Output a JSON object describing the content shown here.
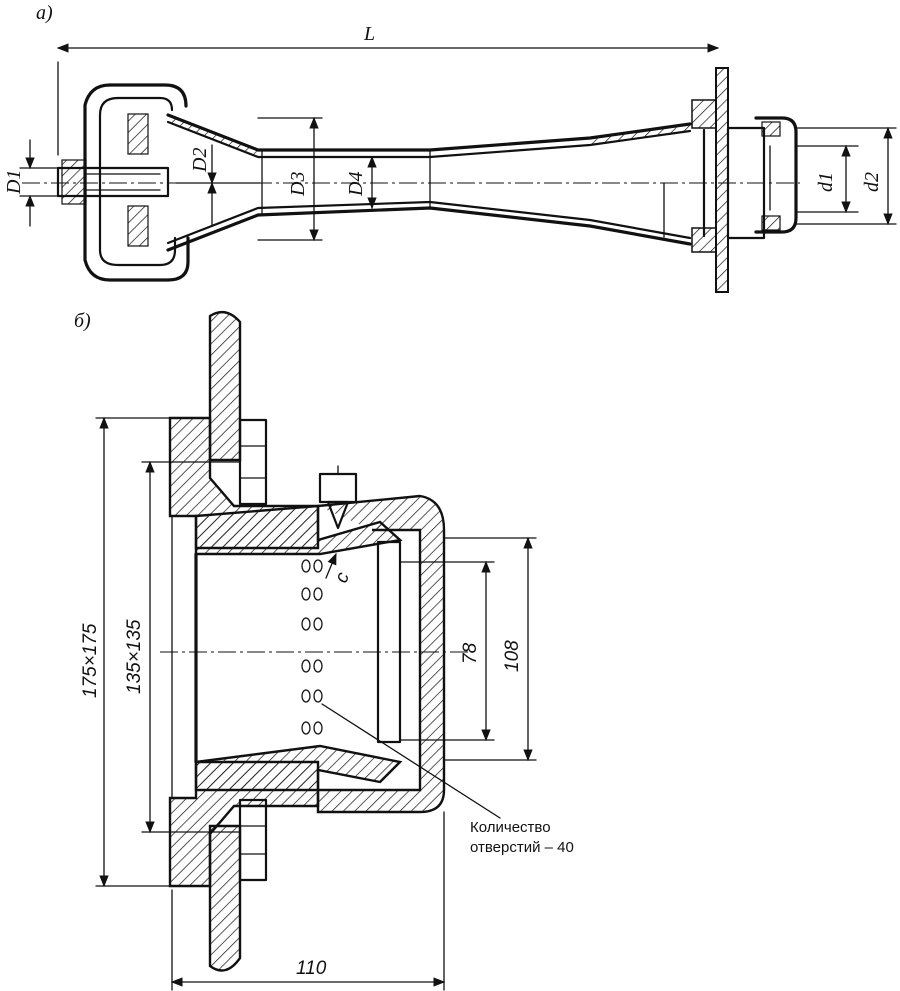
{
  "view_a": {
    "label": "a)",
    "dim_L": "L",
    "dim_D1": "D1",
    "dim_D2": "D2",
    "dim_D3": "D3",
    "dim_D4": "D4",
    "dim_d1": "d1",
    "dim_d2": "d2"
  },
  "view_b": {
    "label": "б)",
    "dim_flange": "175×175",
    "dim_bolt": "135×135",
    "dim_inner": "78",
    "dim_outer": "108",
    "dim_length": "110",
    "dim_c": "c",
    "note_line1": "Количество",
    "note_line2": "отверстий – 40"
  }
}
